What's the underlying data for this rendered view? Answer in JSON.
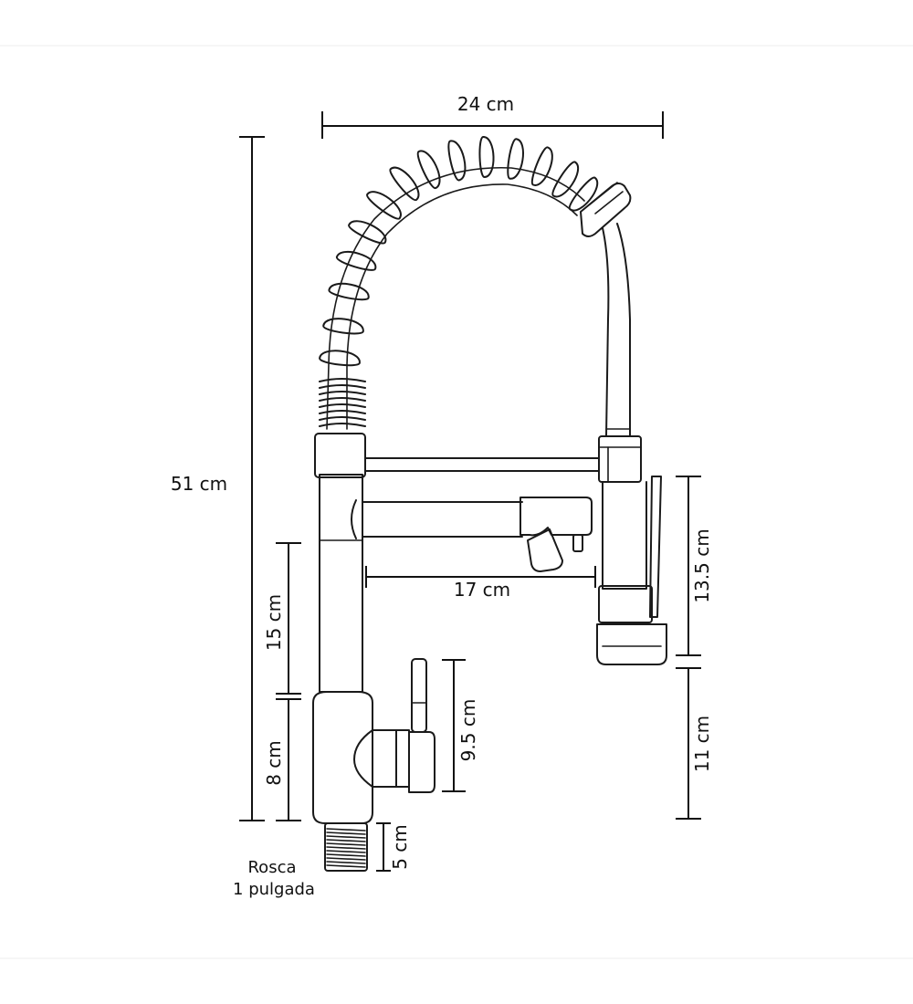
{
  "colors": {
    "line": "#1a1a1a",
    "background": "#ffffff"
  },
  "dimensions": {
    "total_width": "24 cm",
    "total_height": "51 cm",
    "spout_reach": "17 cm",
    "sprayer_length": "13.5 cm",
    "sprayer_height": "11 cm",
    "column_upper": "15 cm",
    "body_height": "8 cm",
    "lever_height": "9.5 cm",
    "thread_length": "5 cm"
  },
  "notes": {
    "thread_line1": "Rosca",
    "thread_line2": "1 pulgada"
  }
}
